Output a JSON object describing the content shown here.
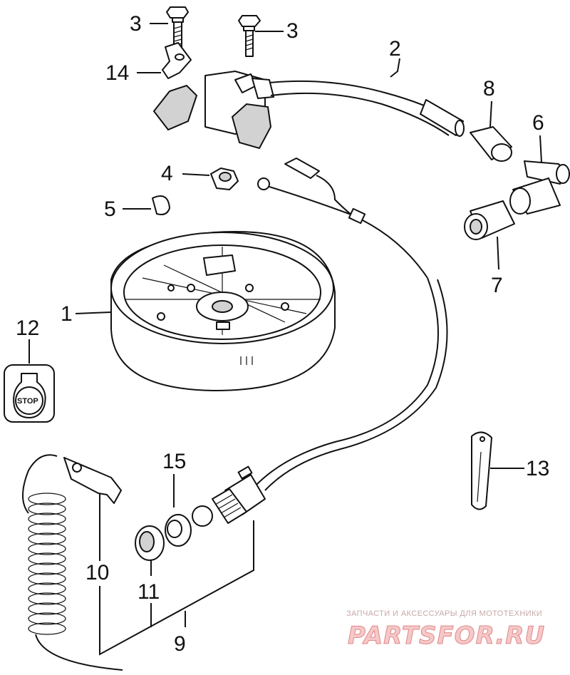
{
  "callouts": {
    "p1": "1",
    "p2": "2",
    "p3a": "3",
    "p3b": "3",
    "p4": "4",
    "p5": "5",
    "p6": "6",
    "p7": "7",
    "p8": "8",
    "p9": "9",
    "p10": "10",
    "p11": "11",
    "p12": "12",
    "p13": "13",
    "p14": "14",
    "p15": "15"
  },
  "stop_button_label": "STOP",
  "watermark": {
    "tagline": "ЗАПЧАСТИ И АКСЕССУАРЫ ДЛЯ МОТОТЕХНИКИ",
    "logo": "PARTSFOR.RU"
  }
}
